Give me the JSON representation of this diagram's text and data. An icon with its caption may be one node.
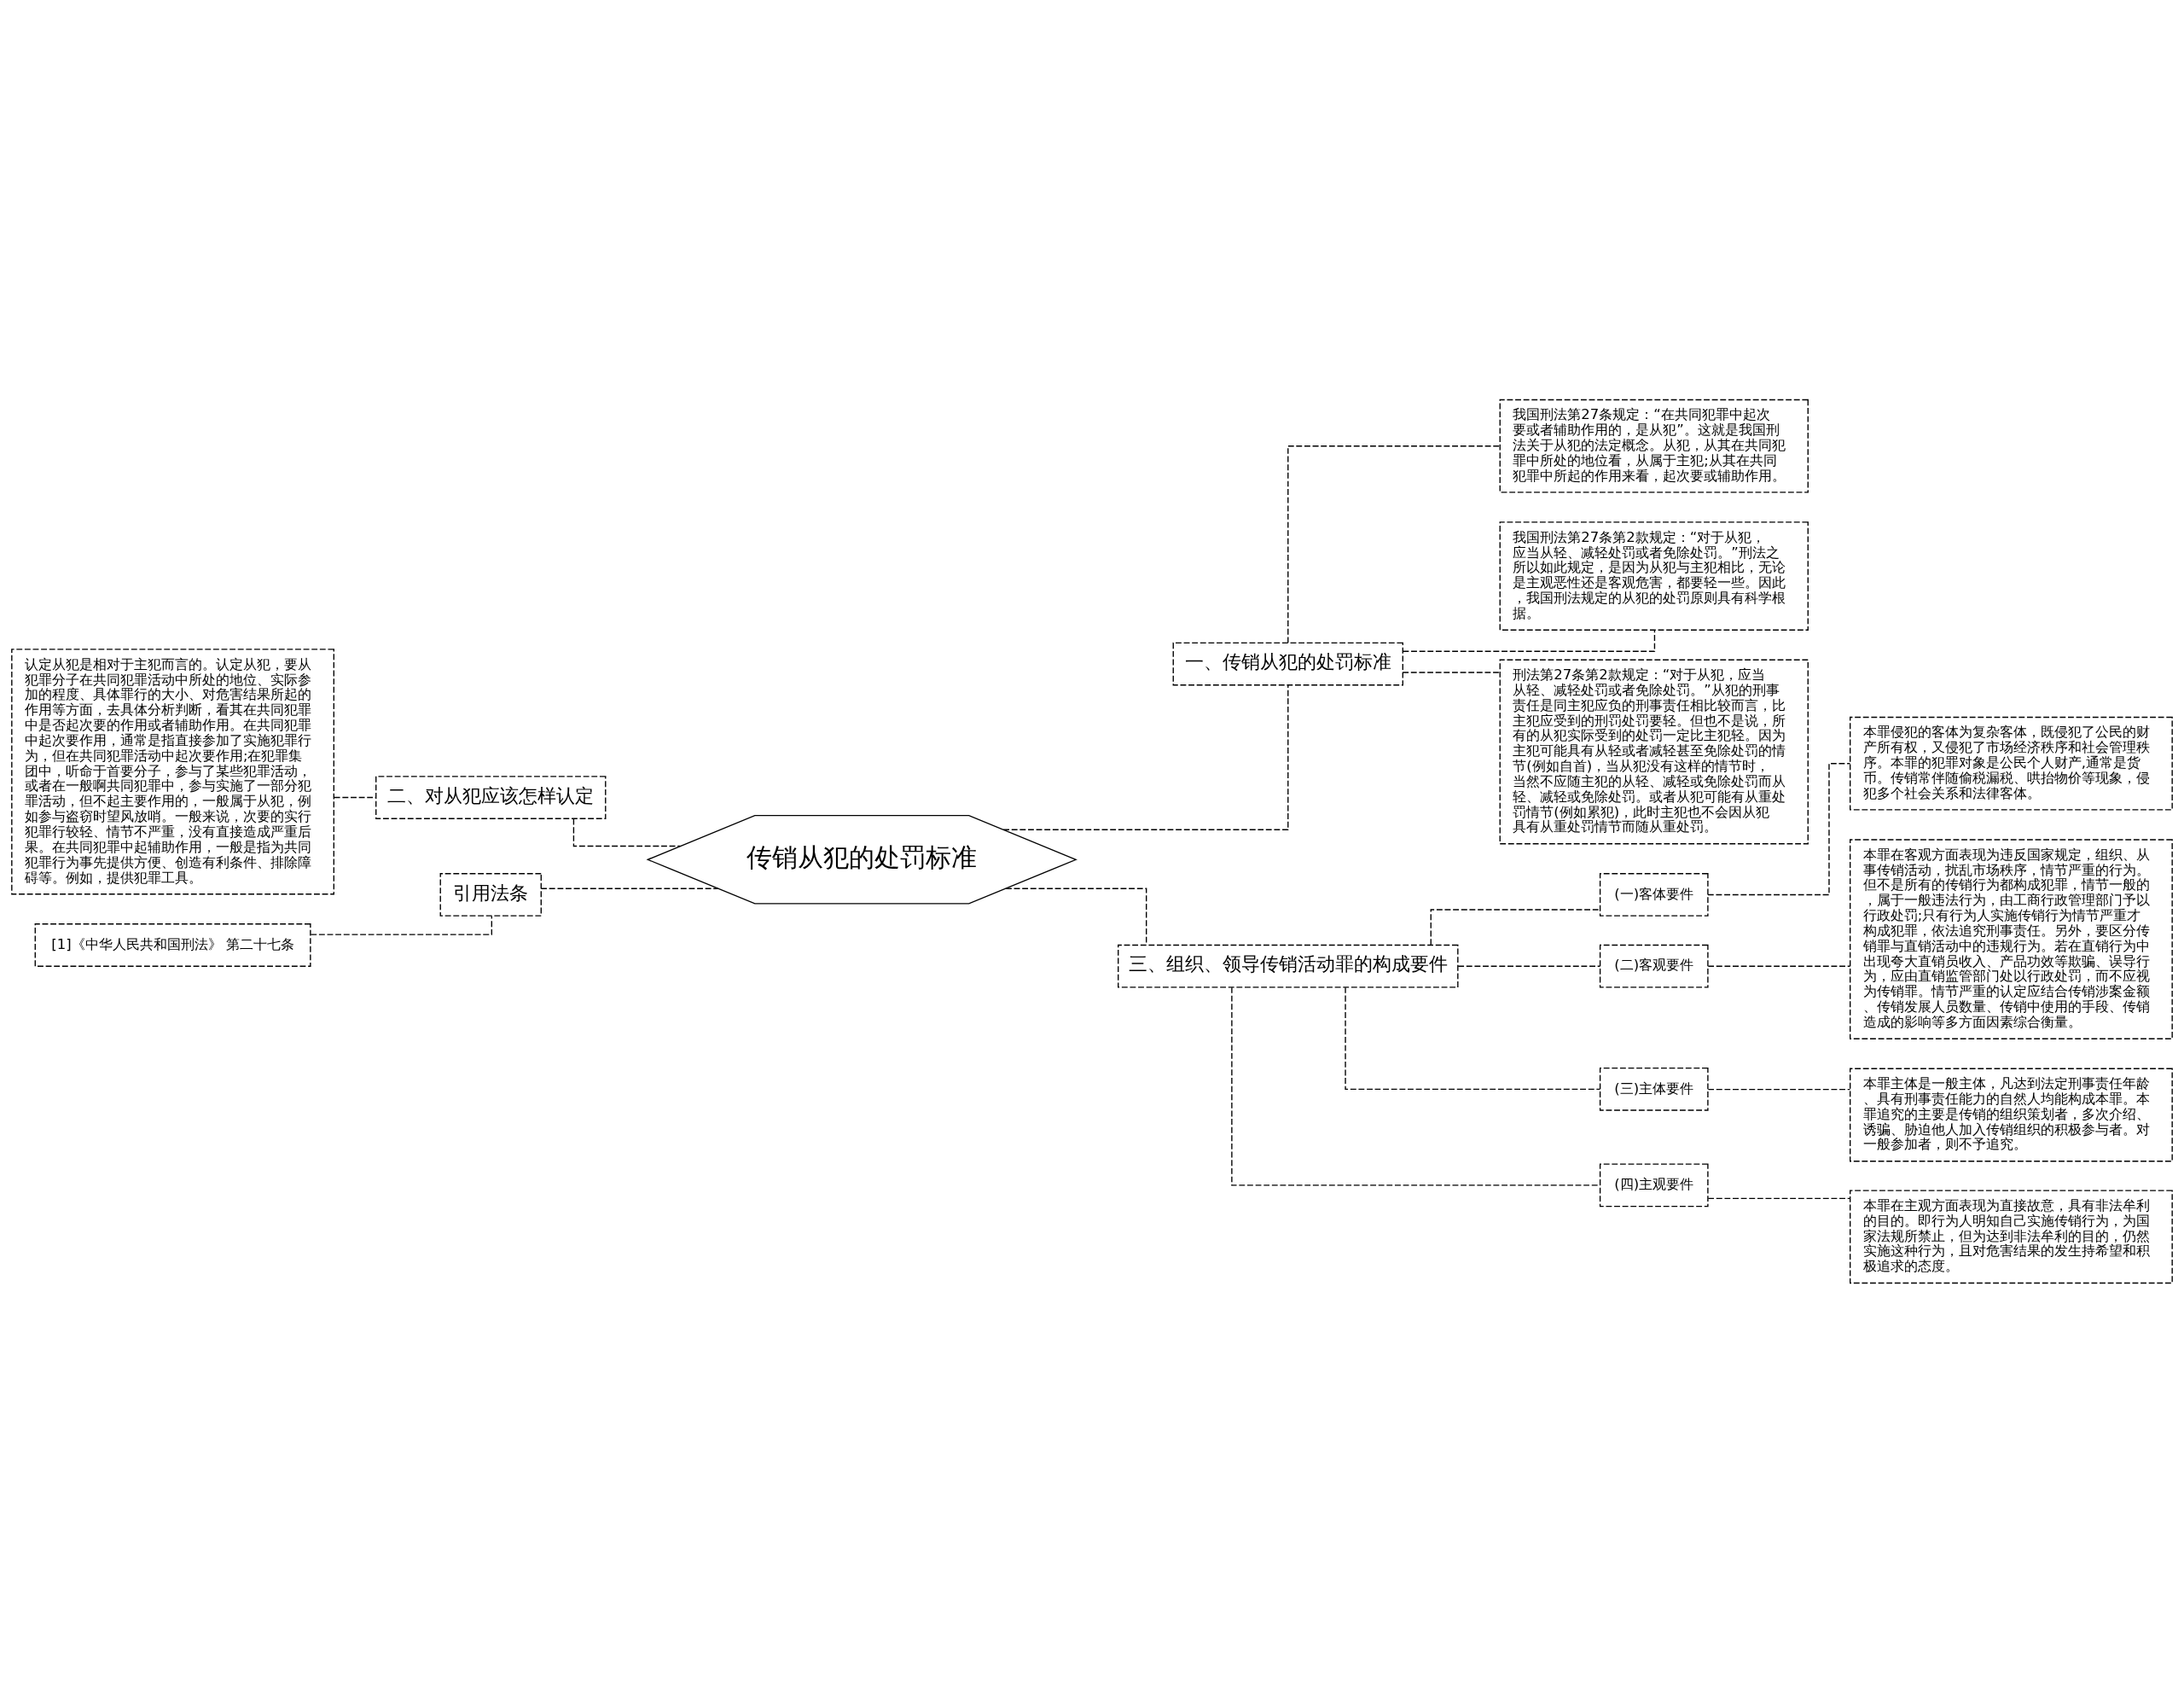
{
  "diagram": {
    "nodes": [
      {
        "text": [
          "传销从犯的处罚标准"
        ]
      },
      {
        "text": [
          "一、传销从犯的处罚标准"
        ]
      },
      {
        "text": [
          "我国刑法第27条规定：“在共同犯罪中起次要或者辅助作用的，是从犯”。这就是我国刑法关于从犯的法定概念。从犯，从其在共同犯罪中所处的地位看，从属于主犯;从其在共同犯罪中所起的作用来看，起次要或辅助作用。"
        ]
      },
      {
        "text": [
          "我国刑法第27条第2款规定：“对于从犯，应当从轻、减轻处罚或者免除处罚。”刑法之所以如此规定，是因为从犯与主犯相比，无论是主观恶性还是客观危害，都要轻一些。因此，我国刑法规定的从犯的处罚原则具有科学根据。"
        ]
      },
      {
        "text": [
          "刑法第27条第2款规定：“对于从犯，应当从轻、减轻处罚或者免除处罚。”从犯的刑事责任是同主犯应负的刑事责任相比较而言，比主犯应受到的刑罚处罚要轻。但也不是说，所有的从犯实际受到的处罚一定比主犯轻。因为主犯可能具有从轻或者减轻甚至免除处罚的情节(例如自首)，当从犯没有这样的情节时，当然不应随主犯的从轻、减轻或免除处罚而从轻、减轻或免除处罚。或者从犯可能有从重处罚情节(例如累犯)，此时主犯也不会因从犯具有从重处罚情节而随从重处罚。"
        ]
      },
      {
        "text": [
          "三、组织、领导传销活动罪的构成要件"
        ]
      },
      {
        "text": [
          "(一)客体要件"
        ]
      },
      {
        "text": [
          "本罪侵犯的客体为复杂客体，既侵犯了公民的财产所有权，又侵犯了市场经济秩序和社会管理秩序。本罪的犯罪对象是公民个人财产,通常是货币。传销常伴随偷税漏税、哄抬物价等现象，侵犯多个社会关系和法律客体。"
        ]
      },
      {
        "text": [
          "(二)客观要件"
        ]
      },
      {
        "text": [
          "本罪在客观方面表现为违反国家规定，组织、从事传销活动，扰乱市场秩序，情节严重的行为。但不是所有的传销行为都构成犯罪，情节一般的，属于一般违法行为，由工商行政管理部门予以行政处罚;只有行为人实施传销行为情节严重才构成犯罪，依法追究刑事责任。另外，要区分传销罪与直销活动中的违规行为。若在直销行为中出现夸大直销员收入、产品功效等欺骗、误导行为，应由直销监管部门处以行政处罚，而不应视为传销罪。情节严重的认定应结合传销涉案金额、传销发展人员数量、传销中使用的手段、传销造成的影响等多方面因素综合衡量。"
        ]
      },
      {
        "text": [
          "(三)主体要件"
        ]
      },
      {
        "text": [
          "本罪主体是一般主体，凡达到法定刑事责任年龄、具有刑事责任能力的自然人均能构成本罪。本罪追究的主要是传销的组织策划者，多次介绍、诱骗、胁迫他人加入传销组织的积极参与者。对一般参加者，则不予追究。"
        ]
      },
      {
        "text": [
          "(四)主观要件"
        ]
      },
      {
        "text": [
          "本罪在主观方面表现为直接故意，具有非法牟利的目的。即行为人明知自己实施传销行为，为国家法规所禁止，但为达到非法牟利的目的，仍然实施这种行为，且对危害结果的发生持希望和积极追求的态度。"
        ]
      },
      {
        "text": [
          "二、对从犯应该怎样认定"
        ]
      },
      {
        "text": [
          "认定从犯是相对于主犯而言的。认定从犯，要从犯罪分子在共同犯罪活动中所处的地位、实际参加的程度、具体罪行的大小、对危害结果所起的作用等方面，去具体分析判断，看其在共同犯罪中是否起次要的作用或者辅助作用。在共同犯罪中起次要作用，通常是指直接参加了实施犯罪行为，但在共同犯罪活动中起次要作用;在犯罪集团中，听命于首要分子，参与了某些犯罪活动，或者在一般啊共同犯罪中，参与实施了一部分犯罪活动，但不起主要作用的，一般属于从犯，例如参与盗窃时望风放哨。一般来说，次要的实行犯罪行较轻、情节不严重，没有直接造成严重后果。在共同犯罪中起辅助作用，一般是指为共同犯罪行为事先提供方便、创造有利条件、排除障碍等。例如，提供犯罪工具。"
        ]
      },
      {
        "text": [
          "引用法条"
        ]
      },
      {
        "text": [
          "[1]《中华人民共和国刑法》 第二十七条"
        ]
      }
    ],
    "edges": [
      {
        "from": 0,
        "to": 1,
        "arrow": "none",
        "style": "dashed"
      },
      {
        "from": 1,
        "to": 2,
        "arrow": "none",
        "style": "dashed"
      },
      {
        "from": 1,
        "to": 3,
        "arrow": "none",
        "style": "dashed"
      },
      {
        "from": 1,
        "to": 4,
        "arrow": "none",
        "style": "dashed"
      },
      {
        "from": 0,
        "to": 5,
        "arrow": "none",
        "style": "dashed"
      },
      {
        "from": 5,
        "to": 6,
        "arrow": "none",
        "style": "dashed"
      },
      {
        "from": 6,
        "to": 7,
        "arrow": "none",
        "style": "dashed"
      },
      {
        "from": 5,
        "to": 8,
        "arrow": "none",
        "style": "dashed"
      },
      {
        "from": 8,
        "to": 9,
        "arrow": "none",
        "style": "dashed"
      },
      {
        "from": 5,
        "to": 10,
        "arrow": "none",
        "style": "dashed"
      },
      {
        "from": 10,
        "to": 11,
        "arrow": "none",
        "style": "dashed"
      },
      {
        "from": 5,
        "to": 12,
        "arrow": "none",
        "style": "dashed"
      },
      {
        "from": 12,
        "to": 13,
        "arrow": "none",
        "style": "dashed"
      },
      {
        "from": 0,
        "to": 14,
        "arrow": "none",
        "style": "dashed"
      },
      {
        "from": 14,
        "to": 15,
        "arrow": "none",
        "style": "dashed"
      },
      {
        "from": 0,
        "to": 16,
        "arrow": "none",
        "style": "dashed"
      },
      {
        "from": 16,
        "to": 17,
        "arrow": "none",
        "style": "dashed"
      }
    ]
  }
}
